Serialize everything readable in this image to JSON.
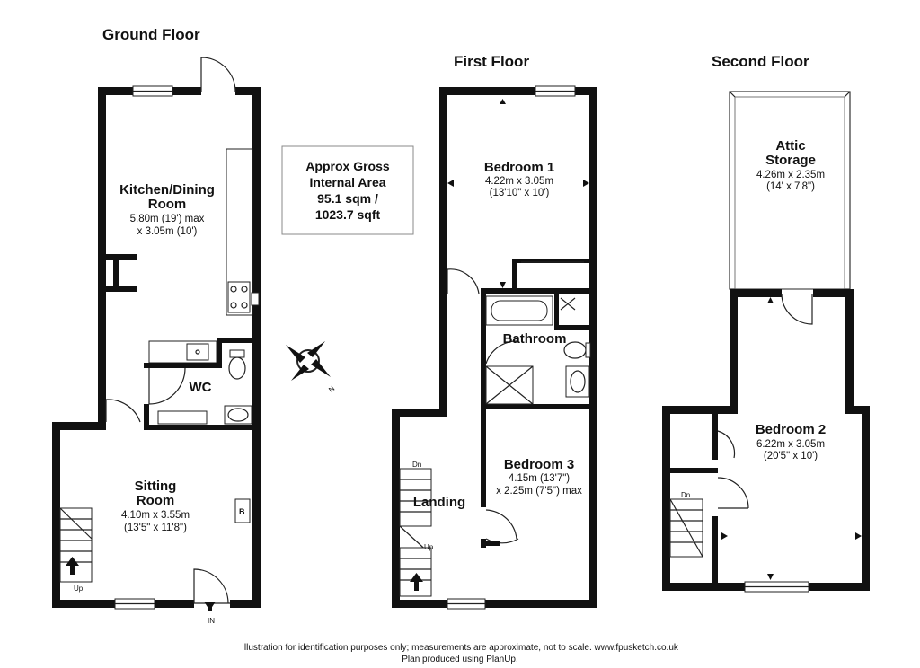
{
  "floors": {
    "ground": {
      "title": "Ground Floor",
      "kitchen": {
        "name_line1": "Kitchen/Dining",
        "name_line2": "Room",
        "dim_line1": "5.80m (19') max",
        "dim_line2": "x 3.05m (10')"
      },
      "wc": {
        "name": "WC"
      },
      "sitting": {
        "name_line1": "Sitting",
        "name_line2": "Room",
        "dim_line1": "4.10m x 3.55m",
        "dim_line2": "(13'5\" x 11'8\")"
      },
      "labels": {
        "up": "Up",
        "in": "IN",
        "boiler": "B"
      }
    },
    "first": {
      "title": "First Floor",
      "bedroom1": {
        "name": "Bedroom 1",
        "dim_line1": "4.22m x 3.05m",
        "dim_line2": "(13'10\" x 10')"
      },
      "bathroom": {
        "name": "Bathroom"
      },
      "bedroom3": {
        "name": "Bedroom 3",
        "dim_line1": "4.15m (13'7\")",
        "dim_line2": "x 2.25m (7'5\") max"
      },
      "landing": {
        "name": "Landing"
      },
      "labels": {
        "dn": "Dn",
        "up": "Up"
      }
    },
    "second": {
      "title": "Second Floor",
      "attic": {
        "name_line1": "Attic",
        "name_line2": "Storage",
        "dim_line1": "4.26m x 2.35m",
        "dim_line2": "(14' x 7'8\")"
      },
      "bedroom2": {
        "name": "Bedroom 2",
        "dim_line1": "6.22m x 3.05m",
        "dim_line2": "(20'5\" x 10')"
      },
      "labels": {
        "dn": "Dn"
      }
    }
  },
  "area_box": {
    "line1": "Approx Gross",
    "line2": "Internal Area",
    "line3": "95.1 sqm /",
    "line4": "1023.7 sqft"
  },
  "compass": {
    "label": "N"
  },
  "footer": {
    "line1": "Illustration for identification purposes only; measurements are approximate, not to scale. www.fpusketch.co.uk",
    "line2": "Plan produced using PlanUp."
  }
}
